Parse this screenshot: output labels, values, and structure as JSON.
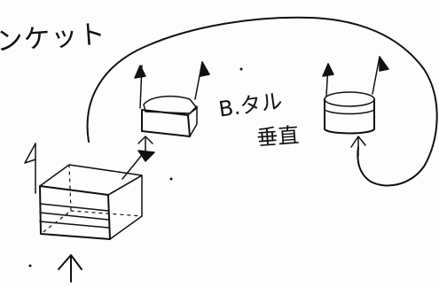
{
  "labels": {
    "blanket": "ンケット",
    "b_towel": "B.タル",
    "vertical": "垂直"
  },
  "ink_color": "#111111",
  "paper_color": "#fdfdfd"
}
